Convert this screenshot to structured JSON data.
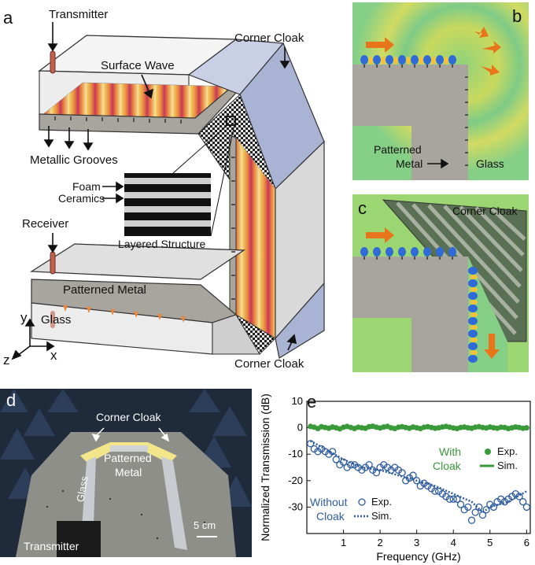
{
  "figure": {
    "panel_a": {
      "letter": "a",
      "labels": {
        "transmitter": "Transmitter",
        "surface_wave": "Surface Wave",
        "corner_cloak_top": "Corner Cloak",
        "metallic_grooves": "Metallic Grooves",
        "foam": "Foam",
        "ceramics": "Ceramics",
        "layered_structure": "Layered Structure",
        "receiver": "Receiver",
        "patterned_metal": "Patterned Metal",
        "glass": "Glass",
        "corner_cloak_bottom": "Corner Cloak",
        "axis_y": "y",
        "axis_z": "z",
        "axis_x": "x"
      }
    },
    "panel_b": {
      "letter": "b",
      "labels": {
        "patterned": "Patterned",
        "metal": "Metal",
        "glass": "Glass"
      }
    },
    "panel_c": {
      "letter": "c",
      "labels": {
        "corner_cloak": "Corner Cloak"
      }
    },
    "panel_d": {
      "letter": "d",
      "labels": {
        "corner_cloak": "Corner Cloak",
        "patterned": "Patterned",
        "metal": "Metal",
        "glass": "Glass",
        "scale": "5 cm",
        "transmitter": "Transmitter"
      }
    },
    "panel_e": {
      "letter": "e",
      "legend": {
        "with": "With",
        "cloak": "Cloak",
        "without": "Without",
        "exp": "Exp.",
        "sim": "Sim."
      }
    }
  },
  "colors": {
    "with_cloak": "#3a9a3a",
    "without_cloak": "#2f5c9e",
    "arrow": "#e8751a",
    "metal": "#a8a59e"
  },
  "chart_data": {
    "type": "scatter",
    "xlabel": "Frequency (GHz)",
    "ylabel": "Normalized Transmission (dB)",
    "xlim": [
      0,
      6.1
    ],
    "ylim": [
      -40,
      10
    ],
    "xticks": [
      1,
      2,
      3,
      4,
      5,
      6
    ],
    "yticks": [
      10,
      0,
      -10,
      -20,
      -30
    ],
    "grid": false,
    "legend_position": "right",
    "series": [
      {
        "name": "With Cloak Exp.",
        "marker": "filled-circle",
        "x": [
          0.1,
          0.2,
          0.3,
          0.4,
          0.5,
          0.6,
          0.7,
          0.8,
          0.9,
          1.0,
          1.1,
          1.2,
          1.3,
          1.4,
          1.5,
          1.6,
          1.7,
          1.8,
          1.9,
          2.0,
          2.1,
          2.2,
          2.3,
          2.4,
          2.5,
          2.6,
          2.7,
          2.8,
          2.9,
          3.0,
          3.1,
          3.2,
          3.3,
          3.4,
          3.5,
          3.6,
          3.7,
          3.8,
          3.9,
          4.0,
          4.1,
          4.2,
          4.3,
          4.4,
          4.5,
          4.6,
          4.7,
          4.8,
          4.9,
          5.0,
          5.1,
          5.2,
          5.3,
          5.4,
          5.5,
          5.6,
          5.7,
          5.8,
          5.9,
          6.0
        ],
        "y": [
          0.5,
          0.2,
          -0.3,
          0.4,
          0.1,
          -0.2,
          0.3,
          0.0,
          -0.4,
          0.2,
          0.5,
          0.1,
          -0.3,
          0.2,
          0.0,
          -0.2,
          0.4,
          0.6,
          0.2,
          -0.1,
          0.3,
          0.5,
          0.0,
          -0.3,
          0.2,
          0.4,
          0.1,
          -0.2,
          0.3,
          0.0,
          -0.3,
          0.2,
          0.4,
          0.1,
          -0.2,
          0.0,
          0.3,
          0.5,
          0.2,
          -0.1,
          -0.3,
          0.1,
          0.3,
          0.0,
          -0.2,
          0.2,
          0.4,
          0.1,
          -0.1,
          0.3,
          0.0,
          -0.2,
          0.2,
          0.1,
          -0.3,
          0.0,
          0.3,
          0.1,
          -0.2,
          0.0
        ]
      },
      {
        "name": "With Cloak Sim.",
        "marker": "line",
        "x": [
          0.1,
          1.0,
          2.0,
          3.0,
          4.0,
          5.0,
          6.0
        ],
        "y": [
          0,
          0,
          0,
          0,
          0,
          0,
          0
        ]
      },
      {
        "name": "Without Cloak Exp.",
        "marker": "open-circle",
        "x": [
          0.1,
          0.2,
          0.3,
          0.4,
          0.5,
          0.6,
          0.7,
          0.8,
          0.9,
          1.0,
          1.1,
          1.2,
          1.3,
          1.4,
          1.5,
          1.6,
          1.7,
          1.8,
          1.9,
          2.0,
          2.1,
          2.2,
          2.3,
          2.4,
          2.5,
          2.6,
          2.7,
          2.8,
          2.9,
          3.0,
          3.1,
          3.2,
          3.3,
          3.4,
          3.5,
          3.6,
          3.7,
          3.8,
          3.9,
          4.0,
          4.1,
          4.2,
          4.3,
          4.4,
          4.5,
          4.6,
          4.7,
          4.8,
          4.9,
          5.0,
          5.1,
          5.2,
          5.3,
          5.4,
          5.5,
          5.6,
          5.7,
          5.8,
          5.9,
          6.0
        ],
        "y": [
          -6,
          -8,
          -9,
          -8,
          -9,
          -10,
          -9,
          -12,
          -14,
          -13,
          -15,
          -14,
          -14,
          -15,
          -16,
          -15,
          -14,
          -16,
          -17,
          -15,
          -14,
          -15,
          -16,
          -15,
          -16,
          -17,
          -20,
          -19,
          -18,
          -20,
          -22,
          -21,
          -22,
          -23,
          -24,
          -24,
          -25,
          -26,
          -27,
          -27,
          -27,
          -29,
          -31,
          -30,
          -35,
          -32,
          -30,
          -33,
          -31,
          -29,
          -30,
          -28,
          -27,
          -28,
          -27,
          -26,
          -25,
          -26,
          -28,
          -30
        ]
      },
      {
        "name": "Without Cloak Sim.",
        "marker": "dotted-line",
        "x": [
          0.1,
          0.5,
          1.0,
          1.5,
          2.0,
          2.5,
          3.0,
          3.5,
          4.0,
          4.5,
          4.8,
          5.0,
          5.5,
          6.0
        ],
        "y": [
          -5,
          -8,
          -12,
          -15,
          -16,
          -18,
          -20,
          -22,
          -25,
          -28,
          -32,
          -30,
          -28,
          -24
        ]
      }
    ]
  }
}
